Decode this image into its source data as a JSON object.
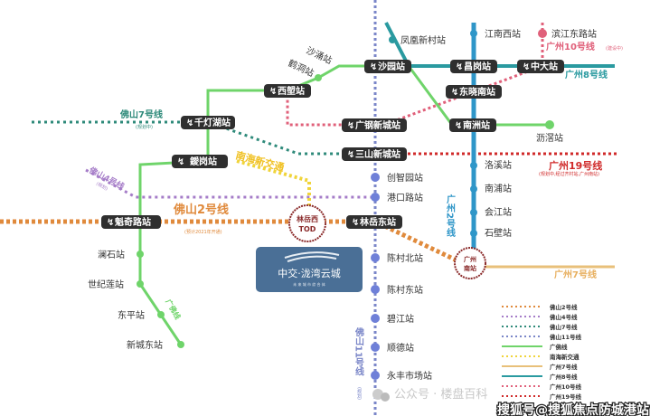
{
  "lines": {
    "foshan2": {
      "name": "佛山2号线",
      "note": "(预计2021年开通)",
      "color": "#e08a3c"
    },
    "foshan4": {
      "name": "佛山4号线",
      "note": "(规划)",
      "color": "#a57cc8"
    },
    "foshan7": {
      "name": "佛山7号线",
      "note": "(规划中)",
      "color": "#2e8a7a"
    },
    "foshan11": {
      "name": "佛山11号线",
      "note": "(规划)",
      "color": "#7a86c8"
    },
    "guangfo": {
      "name": "广佛线",
      "color": "#6fd46a"
    },
    "nanhai": {
      "name": "南海新交通",
      "note": "(预计2021年开通)",
      "color": "#f0d43a"
    },
    "gz7": {
      "name": "广州7号线",
      "color": "#e8c07a"
    },
    "gz8": {
      "name": "广州8号线",
      "color": "#2a9aa0"
    },
    "gz10": {
      "name": "广州10号线",
      "note": "(建设中)",
      "color": "#e0607a"
    },
    "gz19": {
      "name": "广州19号线",
      "note": "(规划中,经过齐村站,广州南站)",
      "color": "#d02a2a"
    },
    "gz2": {
      "name": "广州2号线",
      "color": "#2f96c8"
    }
  },
  "interchanges": [
    "沙园站",
    "昌岗站",
    "中大站",
    "东晓南站",
    "广钢新城站",
    "南洲站",
    "西塱站",
    "千灯湖站",
    "三山新城站",
    "鑀岗站",
    "魁奇路站",
    "林岳东站"
  ],
  "stations": [
    "凤凰新村站",
    "江南西站",
    "滨江东路站",
    "沙涌站",
    "鹤洞站",
    "沥滘站",
    "洛溪站",
    "南浦站",
    "会江站",
    "石壁站",
    "创智园站",
    "港口路站",
    "陈村北站",
    "陈村东站",
    "碧江站",
    "顺德站",
    "永丰市场站",
    "澜石站",
    "世纪莲站",
    "东平站",
    "新城东站"
  ],
  "hubs": {
    "linyuexi": [
      "林岳西",
      "TOD"
    ],
    "gzsouth": [
      "广州",
      "南站"
    ]
  },
  "project": {
    "name": "中交·泷湾云城",
    "tagline": "未 来 城 市 综 合 体"
  },
  "legend": [
    "佛山2号线",
    "佛山4号线",
    "佛山7号线",
    "佛山11号线",
    "广佛线",
    "南海新交通",
    "广州7号线",
    "广州8号线",
    "广州10号线",
    "广州19号线"
  ],
  "watermark": {
    "faint": "公众号 · 楼盘百科",
    "main": "搜狐号@搜狐焦点防城港站"
  }
}
